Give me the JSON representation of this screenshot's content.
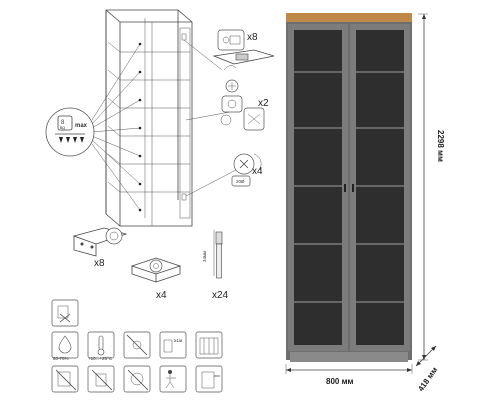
{
  "cabinet": {
    "height_label": "2298 мм",
    "width_label": "800 мм",
    "depth_label": "418 мм",
    "colors": {
      "body": "#6e6e6e",
      "top": "#c0894a",
      "glass": "#2e2e2e",
      "frame": "#7c7c7c",
      "plinth": "#8a8a8a"
    }
  },
  "assembly": {
    "load": {
      "value": "8",
      "unit": "kg",
      "suffix": "max"
    },
    "hinge_qty": "x8",
    "adjust_qty": "x2",
    "clip_qty": "x4",
    "clip_note": "20Ø",
    "hinge_part_qty": "x8",
    "leveler_qty": "x4",
    "pin_qty": "x24",
    "pin_length": "34мм"
  },
  "care": {
    "humidity": "60-70%",
    "temperature": "+10...+25°C",
    "distance": "≥1м"
  }
}
